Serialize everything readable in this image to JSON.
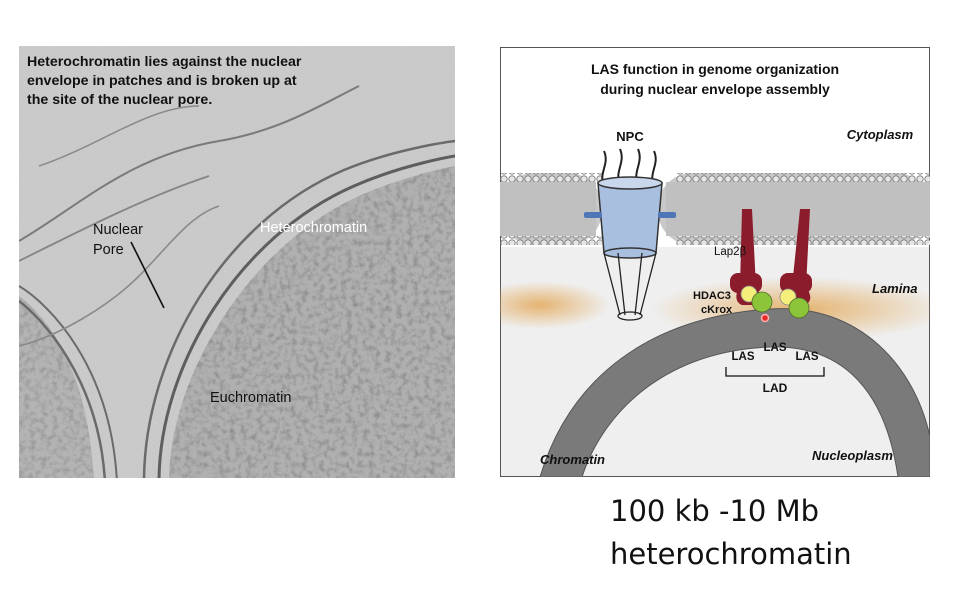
{
  "micrograph": {
    "note_lines": [
      "Heterochromatin lies against the nuclear",
      "envelope in patches and is broken up at",
      "the site of the nuclear pore."
    ],
    "label_nuclear_pore": [
      "Nuclear",
      "Pore"
    ],
    "label_heterochromatin": "Heterochromatin",
    "label_euchromatin": "Euchromatin"
  },
  "diagram": {
    "title_lines": [
      "LAS function in genome organization",
      "during nuclear envelope assembly"
    ],
    "npc": "NPC",
    "cytoplasm": "Cytoplasm",
    "lap2b": "Lap2β",
    "lamina": "Lamina",
    "hdac3": "HDAC3",
    "ckrox": "cKrox",
    "las_left": "LAS",
    "las_mid": "LAS",
    "las_right": "LAS",
    "lad": "LAD",
    "chromatin": "Chromatin",
    "nucleoplasm": "Nucleoplasm",
    "colors": {
      "membrane": "#c9c9c9",
      "npc_blue": "#a9bfe0",
      "lap2b": "#8a1c2b",
      "lamina": "#e3a95a",
      "hdac3": "#f3ef7a",
      "ckrox": "#8cc43a",
      "chromatin": "#7a7a7a"
    }
  },
  "caption": {
    "line1": "100 kb -10 Mb",
    "line2": "heterochromatin"
  }
}
